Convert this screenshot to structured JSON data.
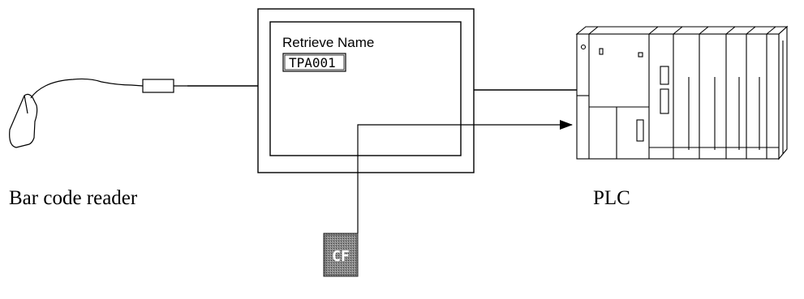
{
  "labels": {
    "bar_code_reader": "Bar code reader",
    "plc": "PLC"
  },
  "terminal_screen": {
    "title": "Retrieve Name",
    "field_value": "TPA001"
  },
  "cf_key": {
    "label": "CF"
  }
}
